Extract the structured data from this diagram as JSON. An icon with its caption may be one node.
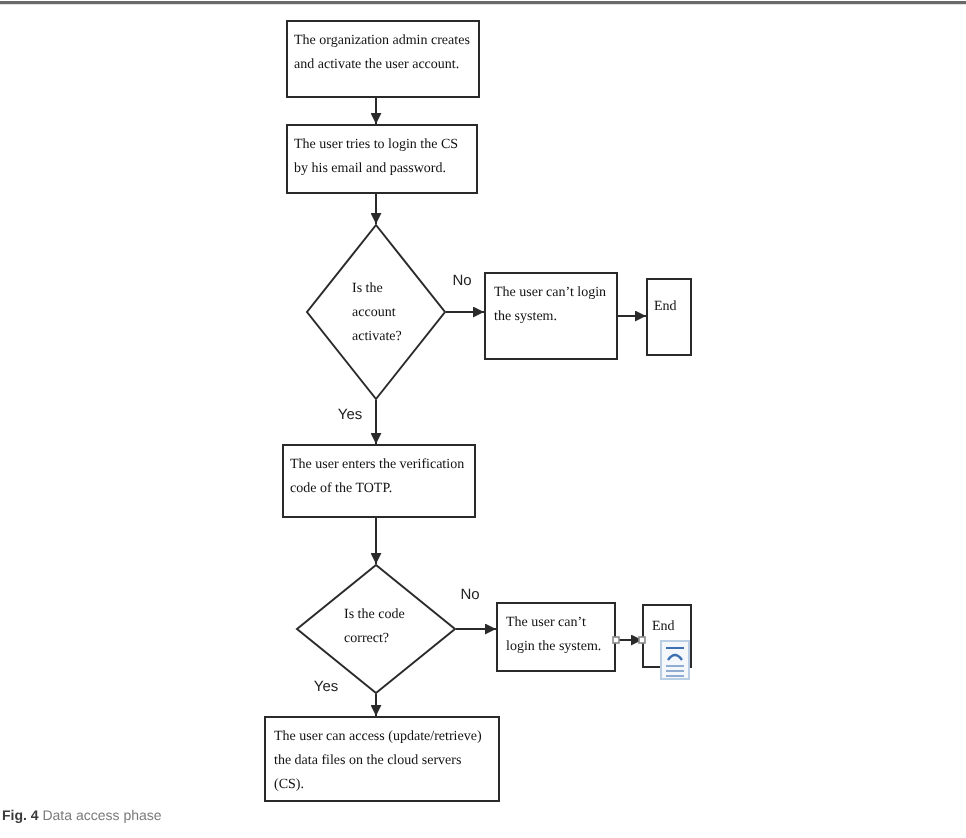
{
  "diagram": {
    "caption": "**Fig. 4** Data access phase",
    "nodes": [
      {
        "text": [
          "The organization admin creates and activate the user account."
        ]
      },
      {
        "text": [
          "The user tries to login the CS by his email and password."
        ]
      },
      {
        "text": [
          "Is the account activate?"
        ]
      },
      {
        "text": [
          "The user can’t login the system."
        ]
      },
      {
        "text": [
          "End"
        ]
      },
      {
        "text": [
          "The user enters the verification code of the TOTP."
        ]
      },
      {
        "text": [
          "Is the code correct?"
        ]
      },
      {
        "text": [
          "The user can’t login the system."
        ]
      },
      {
        "text": [
          "End"
        ]
      },
      {
        "text": [
          "The user can access (update/retrieve) the data files on the cloud servers (CS)."
        ]
      }
    ],
    "edges": [
      {
        "from": 0,
        "to": 1,
        "arrow": "to"
      },
      {
        "from": 1,
        "to": 2,
        "arrow": "to"
      },
      {
        "from": 2,
        "to": 3,
        "arrow": "to",
        "label": "No"
      },
      {
        "from": 3,
        "to": 4,
        "arrow": "to"
      },
      {
        "from": 2,
        "to": 5,
        "arrow": "to",
        "label": "Yes"
      },
      {
        "from": 5,
        "to": 6,
        "arrow": "to"
      },
      {
        "from": 6,
        "to": 7,
        "arrow": "to",
        "label": "No"
      },
      {
        "from": 7,
        "to": 8,
        "arrow": "to"
      },
      {
        "from": 6,
        "to": 9,
        "arrow": "to",
        "label": "Yes"
      }
    ]
  }
}
